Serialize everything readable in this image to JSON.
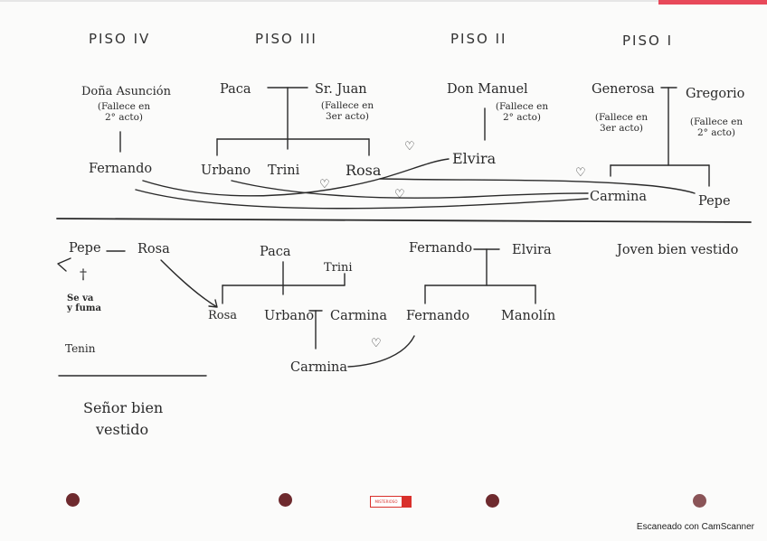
{
  "floors": {
    "iv": "PISO IV",
    "iii": "PISO III",
    "ii": "PISO II",
    "i": "PISO I"
  },
  "upper": {
    "asuncion": "Doña Asunción",
    "asuncion_note": [
      "(Fallece en",
      "2° acto)"
    ],
    "fernando": "Fernando",
    "paca": "Paca",
    "juan": "Sr. Juan",
    "juan_note": [
      "(Fallece en",
      "3er acto)"
    ],
    "urbano": "Urbano",
    "trini": "Trini",
    "rosa": "Rosa",
    "manuel": "Don Manuel",
    "manuel_note": [
      "(Fallece en",
      "2° acto)"
    ],
    "elvira": "Elvira",
    "generosa": "Generosa",
    "generosa_note": [
      "(Fallece en",
      "3er acto)"
    ],
    "gregorio": "Gregorio",
    "gregorio_note": [
      "(Fallece en",
      "2° acto)"
    ],
    "carmina": "Carmina",
    "pepe": "Pepe"
  },
  "lower": {
    "pepe": "Pepe",
    "rosa": "Rosa",
    "cross_note": "†",
    "scribble_1": "Se va",
    "scribble_2": "y fuma",
    "scribble_3": "Tenin",
    "paca": "Paca",
    "trini": "Trini",
    "rosa2": "Rosa",
    "urbano": "Urbano",
    "carmina": "Carmina",
    "carmina_child": "Carmina",
    "fernando": "Fernando",
    "elvira": "Elvira",
    "fernando_jr": "Fernando",
    "manolin": "Manolín",
    "joven": "Joven bien vestido",
    "senor_1": "Señor bien",
    "senor_2": "vestido"
  },
  "heart_glyph": "♡",
  "stamp": "MISTERIOSO",
  "watermark": "Escaneado con CamScanner",
  "colors": {
    "ink": "#2a2a2a",
    "hole": "#6e2a2e",
    "stamp_red": "#d9302b",
    "page": "#fbfbfa"
  }
}
